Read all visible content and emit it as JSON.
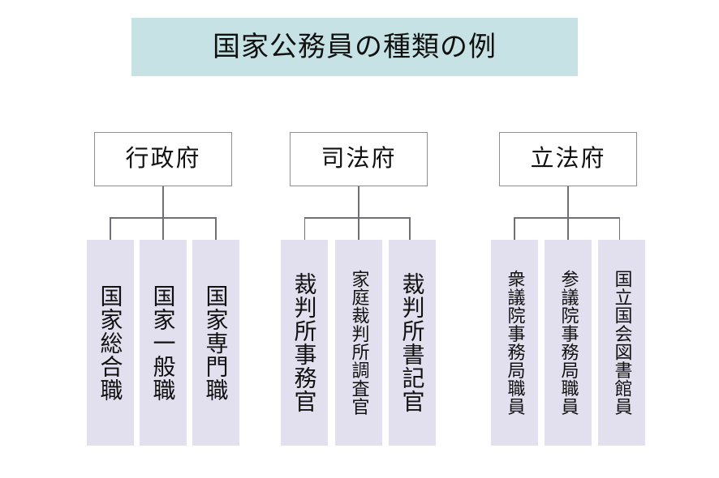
{
  "title": {
    "text": "国家公務員の種類の例",
    "banner_color": "#c6e2e4"
  },
  "colors": {
    "banner": "#c6e2e4",
    "leaf_fill": "#e2e0ef",
    "box_border": "#8d8d93",
    "connector": "#6f6f75",
    "text": "#111111",
    "background": "#ffffff"
  },
  "diagram": {
    "type": "organizational-tree",
    "branches": [
      {
        "id": "executive",
        "label": "行政府",
        "children": [
          {
            "label": "国家総合職",
            "size": "large"
          },
          {
            "label": "国家一般職",
            "size": "large"
          },
          {
            "label": "国家専門職",
            "size": "large"
          }
        ]
      },
      {
        "id": "judicial",
        "label": "司法府",
        "children": [
          {
            "label": "裁判所事務官",
            "size": "large"
          },
          {
            "label": "家庭裁判所調査官",
            "size": "small"
          },
          {
            "label": "裁判所書記官",
            "size": "large"
          }
        ]
      },
      {
        "id": "legislative",
        "label": "立法府",
        "children": [
          {
            "label": "衆議院事務局職員",
            "size": "small"
          },
          {
            "label": "参議院事務局職員",
            "size": "small"
          },
          {
            "label": "国立国会図書館員",
            "size": "small"
          }
        ]
      }
    ]
  }
}
